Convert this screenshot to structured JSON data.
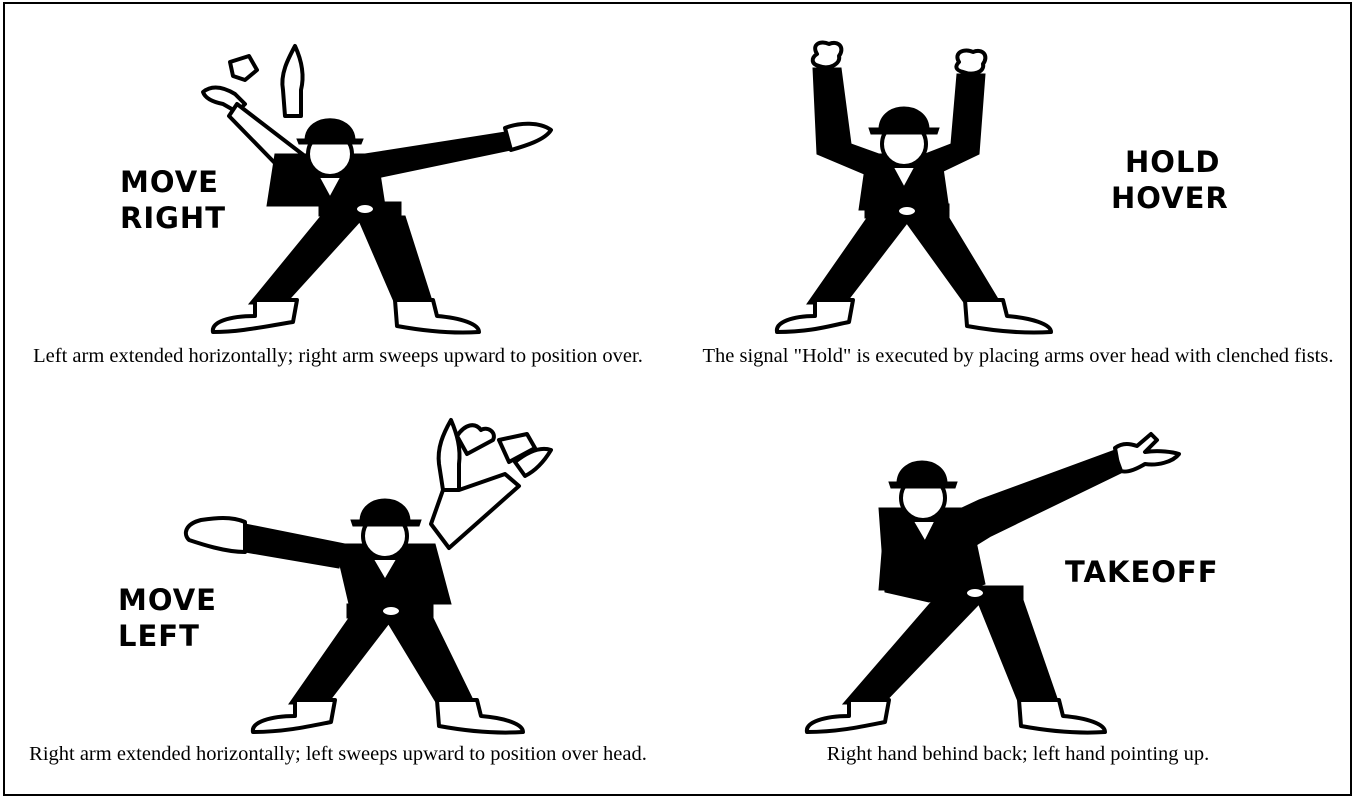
{
  "signals": [
    {
      "id": "move-right",
      "label_lines": [
        "MOVE",
        "RIGHT"
      ],
      "caption": "Left arm extended horizontally; right arm sweeps upward to position over."
    },
    {
      "id": "hold-hover",
      "label_lines": [
        "HOLD",
        "HOVER"
      ],
      "caption": "The signal \"Hold\" is executed by placing arms over head with clenched fists."
    },
    {
      "id": "move-left",
      "label_lines": [
        "MOVE",
        "LEFT"
      ],
      "caption": "Right arm extended horizontally; left sweeps upward to position over head."
    },
    {
      "id": "takeoff",
      "label_lines": [
        "TAKEOFF"
      ],
      "caption": "Right hand behind back; left hand pointing up."
    }
  ]
}
